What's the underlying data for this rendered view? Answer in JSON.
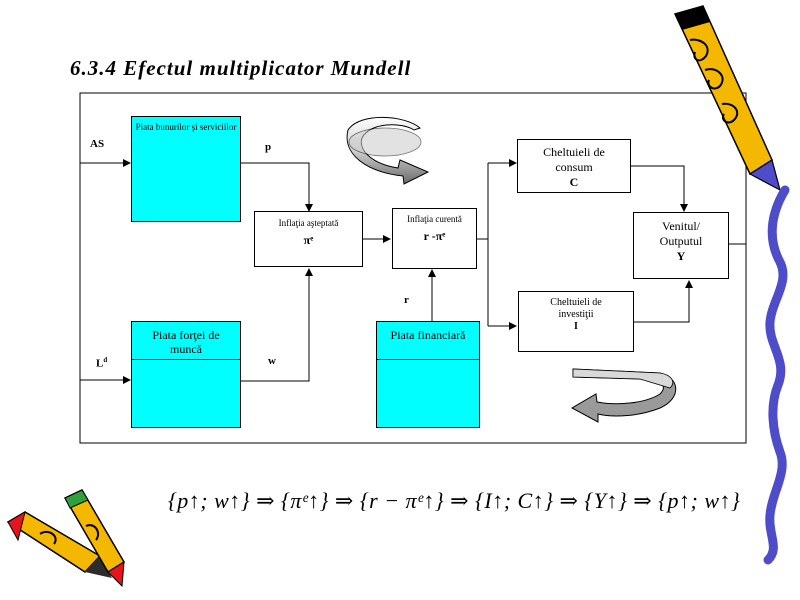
{
  "title": "6.3.4 Efectul multiplicator Mundell",
  "labels": {
    "as": "AS",
    "ld": "L",
    "ld_sup": "d",
    "p": "p",
    "w": "w",
    "r": "r"
  },
  "boxes": {
    "goods_market": "Piata bunurilor şi serviciilor",
    "labor_market": "Piata forţei de muncă",
    "financial_market": "Piata financiară",
    "expected_inflation": "Inflaţia aşteptată",
    "expected_inflation_symbol": "πᵉ",
    "current_inflation": "Inflaţia curentă",
    "current_inflation_symbol": "r -πᵉ",
    "consumption_line1": "Cheltuieli de",
    "consumption_line2": "consum",
    "consumption_symbol": "C",
    "investment_line1": "Cheltuieli de",
    "investment_line2": "investiţii",
    "investment_symbol": "I",
    "output_line1": "Venitul/",
    "output_line2": "Outputul",
    "output_symbol": "Y"
  },
  "formula": "{p↑; w↑} ⇒ {πᵉ↑} ⇒ {r − πᵉ↑} ⇒ {I↑; C↑} ⇒ {Y↑} ⇒ {p↑; w↑}",
  "colors": {
    "market_box": "#00ffff",
    "pencil_body": "#f5b800",
    "pencil_tip": "#e8141b",
    "swirl": "#4e4cc8"
  }
}
